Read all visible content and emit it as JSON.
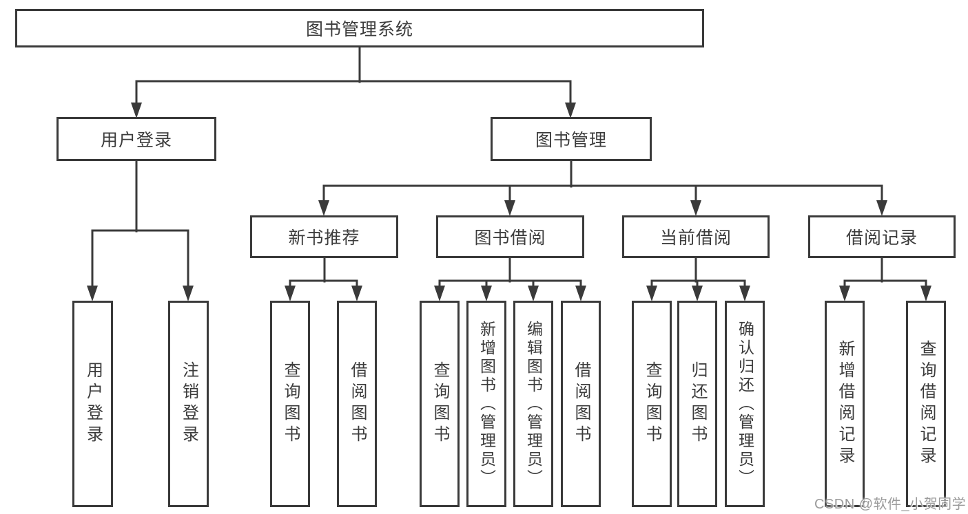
{
  "title": "图书管理系统",
  "level2": [
    "用户登录",
    "图书管理"
  ],
  "level3": [
    "新书推荐",
    "图书借阅",
    "当前借阅",
    "借阅记录"
  ],
  "leaves": [
    "用户登录",
    "注销登录",
    "查询图书",
    "借阅图书",
    "查询图书",
    "新增图书（管理员）",
    "编辑图书（管理员）",
    "借阅图书",
    "查询图书",
    "归还图书",
    "确认归还（管理员）",
    "新增借阅记录",
    "查询借阅记录"
  ],
  "watermark": "CSDN @软件_小贺同学",
  "colors": {
    "line": "#3a3a3a",
    "text": "#3c3c3c",
    "watermark": "#9b9b9b",
    "background": "#ffffff"
  }
}
